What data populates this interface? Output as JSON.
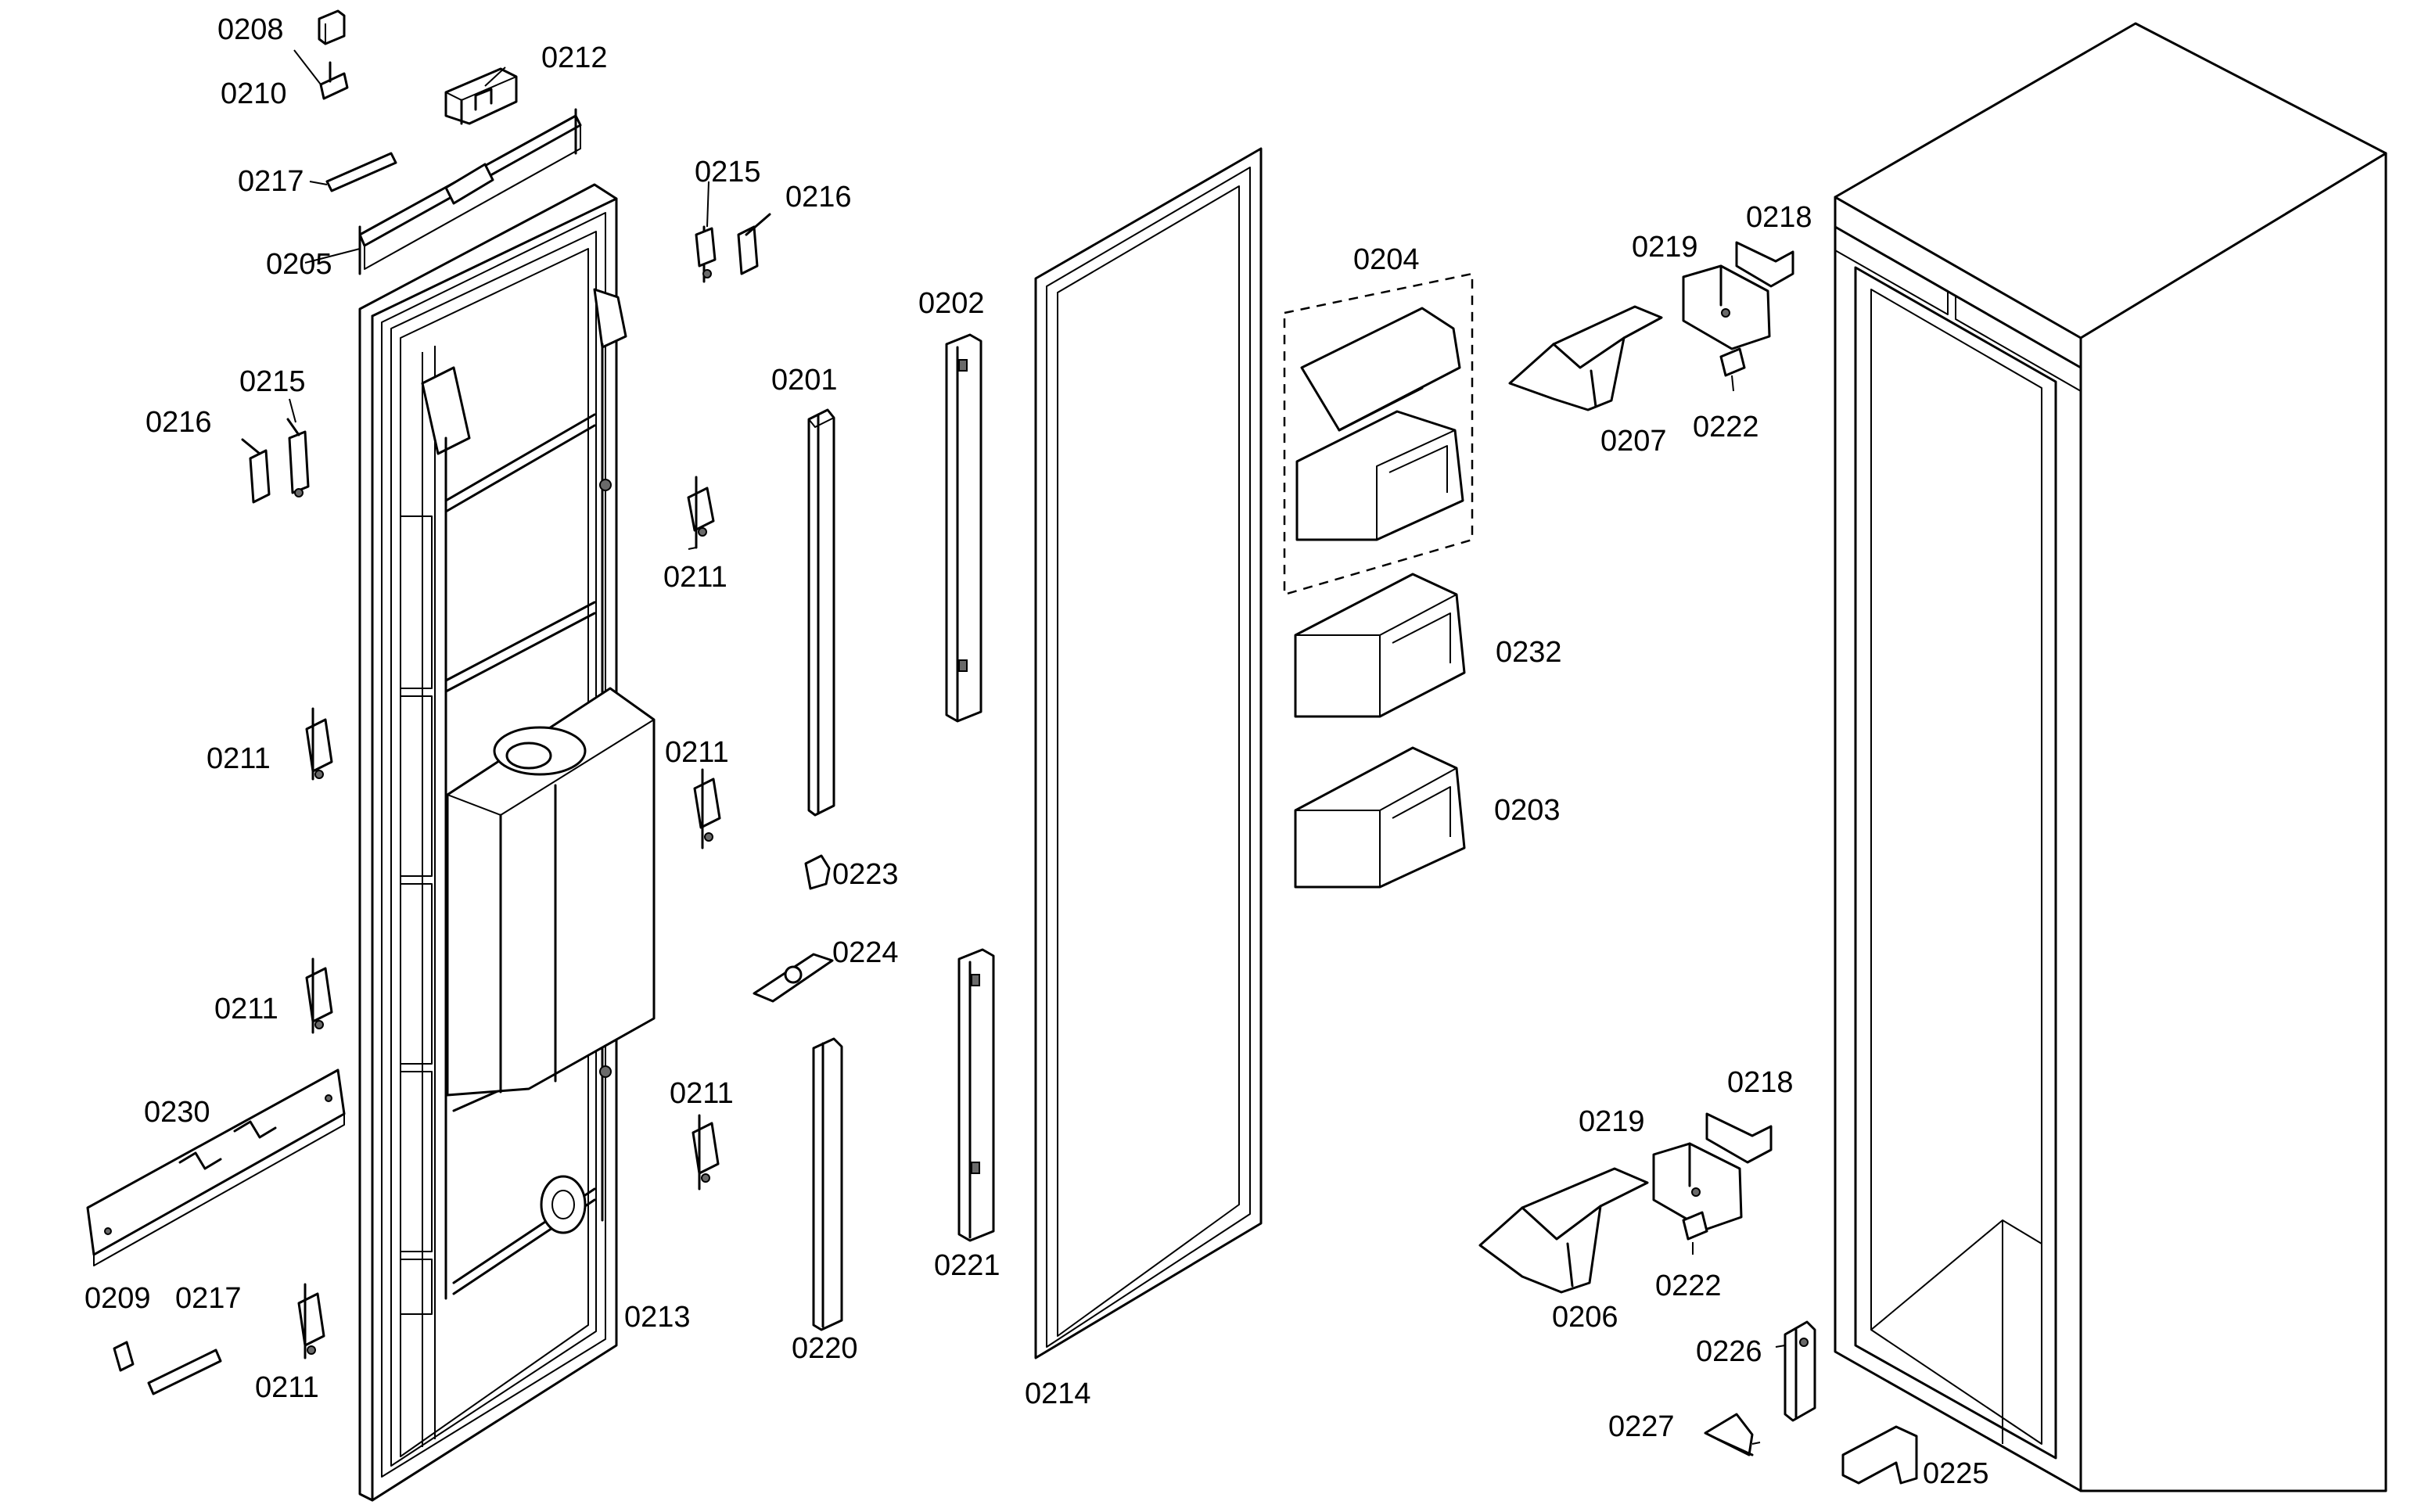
{
  "diagram": {
    "callouts": {
      "c0208": "0208",
      "c0210": "0210",
      "c0212": "0212",
      "c0217a": "0217",
      "c0205": "0205",
      "c0215a": "0215",
      "c0216a": "0216",
      "c0216b": "0216",
      "c0215b": "0215",
      "c0211a": "0211",
      "c0211b": "0211",
      "c0211c": "0211",
      "c0211d": "0211",
      "c0211e": "0211",
      "c0211f": "0211",
      "c0230": "0230",
      "c0209": "0209",
      "c0217b": "0217",
      "c0213": "0213",
      "c0201": "0201",
      "c0202": "0202",
      "c0223": "0223",
      "c0224": "0224",
      "c0220": "0220",
      "c0221": "0221",
      "c0214": "0214",
      "c0204": "0204",
      "c0232": "0232",
      "c0203": "0203",
      "c0219a": "0219",
      "c0218a": "0218",
      "c0207": "0207",
      "c0222a": "0222",
      "c0219b": "0219",
      "c0218b": "0218",
      "c0206": "0206",
      "c0222b": "0222",
      "c0226": "0226",
      "c0227": "0227",
      "c0225": "0225"
    }
  }
}
